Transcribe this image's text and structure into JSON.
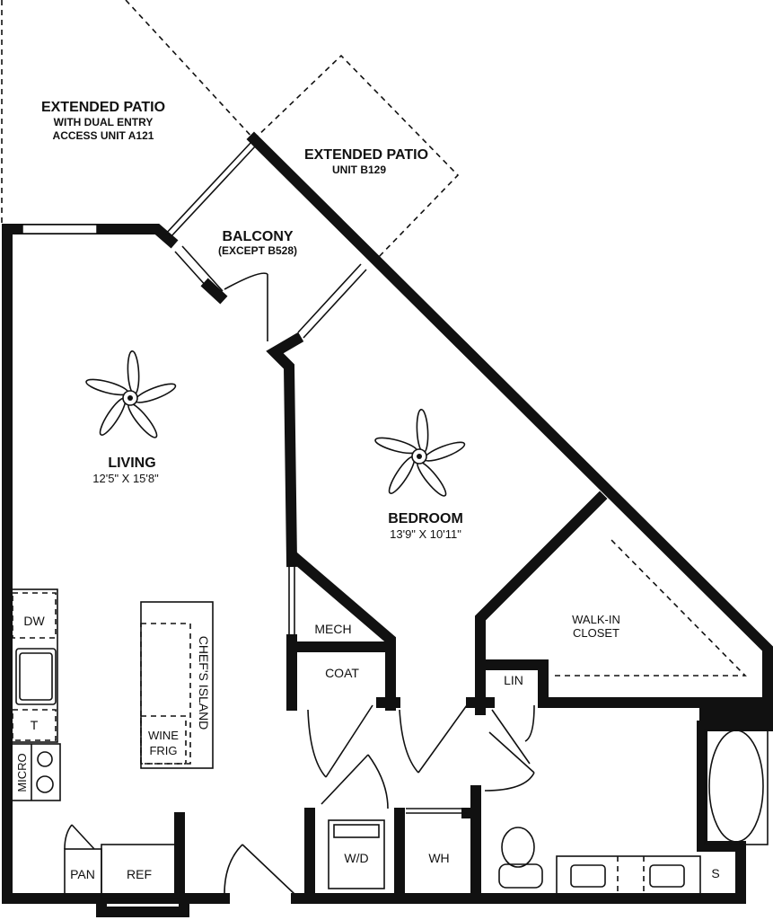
{
  "title": "Floor Plan",
  "rooms": {
    "patio_a121": {
      "name": "EXTENDED PATIO",
      "line2": "WITH DUAL ENTRY",
      "line3": "ACCESS UNIT A121"
    },
    "patio_b129": {
      "name": "EXTENDED PATIO",
      "line2": "UNIT B129"
    },
    "balcony": {
      "name": "BALCONY",
      "note": "(EXCEPT B528)"
    },
    "living": {
      "name": "LIVING",
      "dims": "12'5\" X 15'8\""
    },
    "bedroom": {
      "name": "BEDROOM",
      "dims": "13'9\" X 10'11\""
    },
    "walkin": {
      "line1": "WALK-IN",
      "line2": "CLOSET"
    },
    "mech": "MECH",
    "coat": "COAT",
    "lin": "LIN",
    "wd": "W/D",
    "wh": "WH",
    "pan": "PAN",
    "ref": "REF",
    "s": "S"
  },
  "fixtures": {
    "dw": "DW",
    "t": "T",
    "micro": "MICRO",
    "island": "CHEF'S ISLAND",
    "wine1": "WINE",
    "wine2": "FRIG"
  }
}
